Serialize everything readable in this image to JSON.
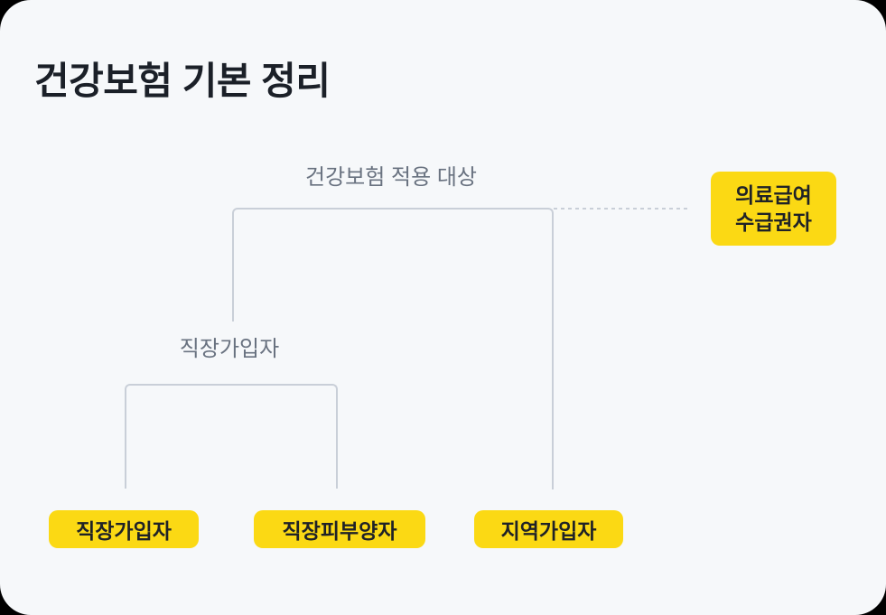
{
  "card": {
    "background_color": "#f6f8fa",
    "accent_color": "#fbd914",
    "line_color": "#c9cfd8",
    "label_color": "#697280",
    "title_color": "#1b2028"
  },
  "header": {
    "title": "건강보험 기본 정리"
  },
  "diagram": {
    "type": "tree",
    "labels": {
      "root": "건강보험 적용 대상",
      "employee_branch": "직장가입자"
    },
    "badges": {
      "medical_aid_line1": "의료급여",
      "medical_aid_line2": "수급권자",
      "employee_subscriber": "직장가입자",
      "employee_dependent": "직장피부양자",
      "regional_subscriber": "지역가입자"
    }
  }
}
